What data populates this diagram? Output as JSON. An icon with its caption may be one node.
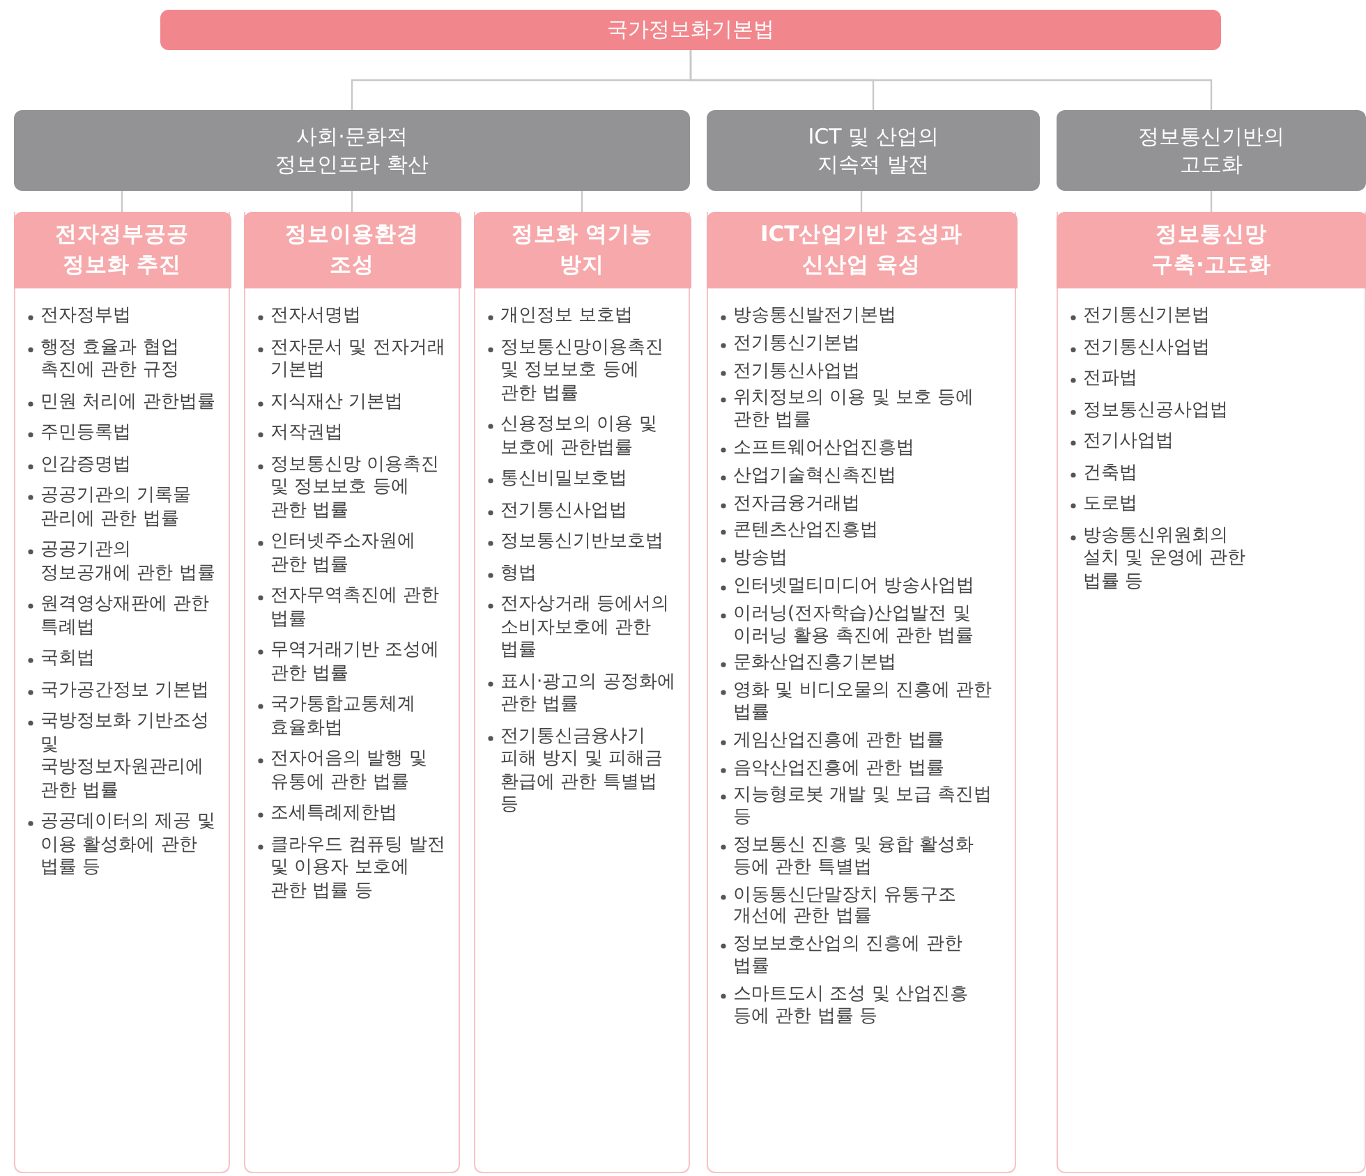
{
  "diagram": {
    "nodes": [
      {
        "text": [
          "국가정보화기본법"
        ]
      },
      {
        "text": [
          "사회·문화적 정보인프라 확산"
        ]
      },
      {
        "text": [
          "ICT 및 산업의 지속적 발전"
        ]
      },
      {
        "text": [
          "정보통신기반의 고도화"
        ]
      },
      {
        "text": [
          "전자정부공공 정보화 추진",
          "전자정부법",
          "행정 효율과 협업 촉진에 관한 규정",
          "민원 처리에 관한법률",
          "주민등록법",
          "인감증명법",
          "공공기관의 기록물 관리에 관한 법률",
          "공공기관의 정보공개에 관한 법률",
          "원격영상재판에 관한 특례법",
          "국회법",
          "국가공간정보 기본법",
          "국방정보화 기반조성 및 국방정보자원관리에 관한 법률",
          "공공데이터의 제공 및 이용 활성화에 관한 법률 등"
        ]
      },
      {
        "text": [
          "정보이용환경 조성",
          "전자서명법",
          "전자문서 및 전자거래 기본법",
          "지식재산 기본법",
          "저작권법",
          "정보통신망 이용촉진 및 정보보호 등에 관한 법률",
          "인터넷주소자원에 관한 법률",
          "전자무역촉진에 관한 법률",
          "무역거래기반 조성에 관한 법률",
          "국가통합교통체계 효율화법",
          "전자어음의 발행 및 유통에 관한 법률",
          "조세특례제한법",
          "클라우드 컴퓨팅 발전 및 이용자 보호에 관한 법률 등"
        ]
      },
      {
        "text": [
          "정보화 역기능 방지",
          "개인정보 보호법",
          "정보통신망이용촉진 및 정보보호 등에 관한 법률",
          "신용정보의 이용 및 보호에 관한법률",
          "통신비밀보호법",
          "전기통신사업법",
          "정보통신기반보호법",
          "형법",
          "전자상거래 등에서의 소비자보호에 관한 법률",
          "표시·광고의 공정화에 관한 법률",
          "전기통신금융사기 피해 방지 및 피해금 환급에 관한 특별법 등"
        ]
      },
      {
        "text": [
          "ICT산업기반 조성과 신산업 육성",
          "방송통신발전기본법",
          "전기통신기본법",
          "전기통신사업법",
          "위치정보의 이용 및 보호 등에 관한 법률",
          "소프트웨어산업진흥법",
          "산업기술혁신촉진법",
          "전자금융거래법",
          "콘텐츠산업진흥법",
          "방송법",
          "인터넷멀티미디어 방송사업법",
          "이러닝(전자학습)산업발전 및 이러닝 활용 촉진에 관한 법률",
          "문화산업진흥기본법",
          "영화 및 비디오물의 진흥에 관한 법률",
          "게임산업진흥에 관한 법률",
          "음악산업진흥에 관한 법률",
          "지능형로봇 개발 및 보급 촉진법 등",
          "정보통신 진흥 및 융합 활성화 등에 관한 특별법",
          "이동통신단말장치 유통구조 개선에 관한 법률",
          "정보보호산업의 진흥에 관한 법률",
          "스마트도시 조성 및 산업진흥 등에 관한 법률 등"
        ]
      },
      {
        "text": [
          "정보통신망 구축·고도화",
          "전기통신기본법",
          "전기통신사업법",
          "전파법",
          "정보통신공사업법",
          "전기사업법",
          "건축법",
          "도로법",
          "방송통신위원회의 설치 및 운영에 관한 법률 등"
        ]
      }
    ],
    "edges": [
      {
        "from": 0,
        "to": 1,
        "arrow": "none"
      },
      {
        "from": 0,
        "to": 2,
        "arrow": "none"
      },
      {
        "from": 0,
        "to": 3,
        "arrow": "none"
      },
      {
        "from": 1,
        "to": 4,
        "arrow": "none"
      },
      {
        "from": 1,
        "to": 5,
        "arrow": "none"
      },
      {
        "from": 1,
        "to": 6,
        "arrow": "none"
      },
      {
        "from": 2,
        "to": 7,
        "arrow": "none"
      },
      {
        "from": 3,
        "to": 8,
        "arrow": "none"
      }
    ]
  }
}
